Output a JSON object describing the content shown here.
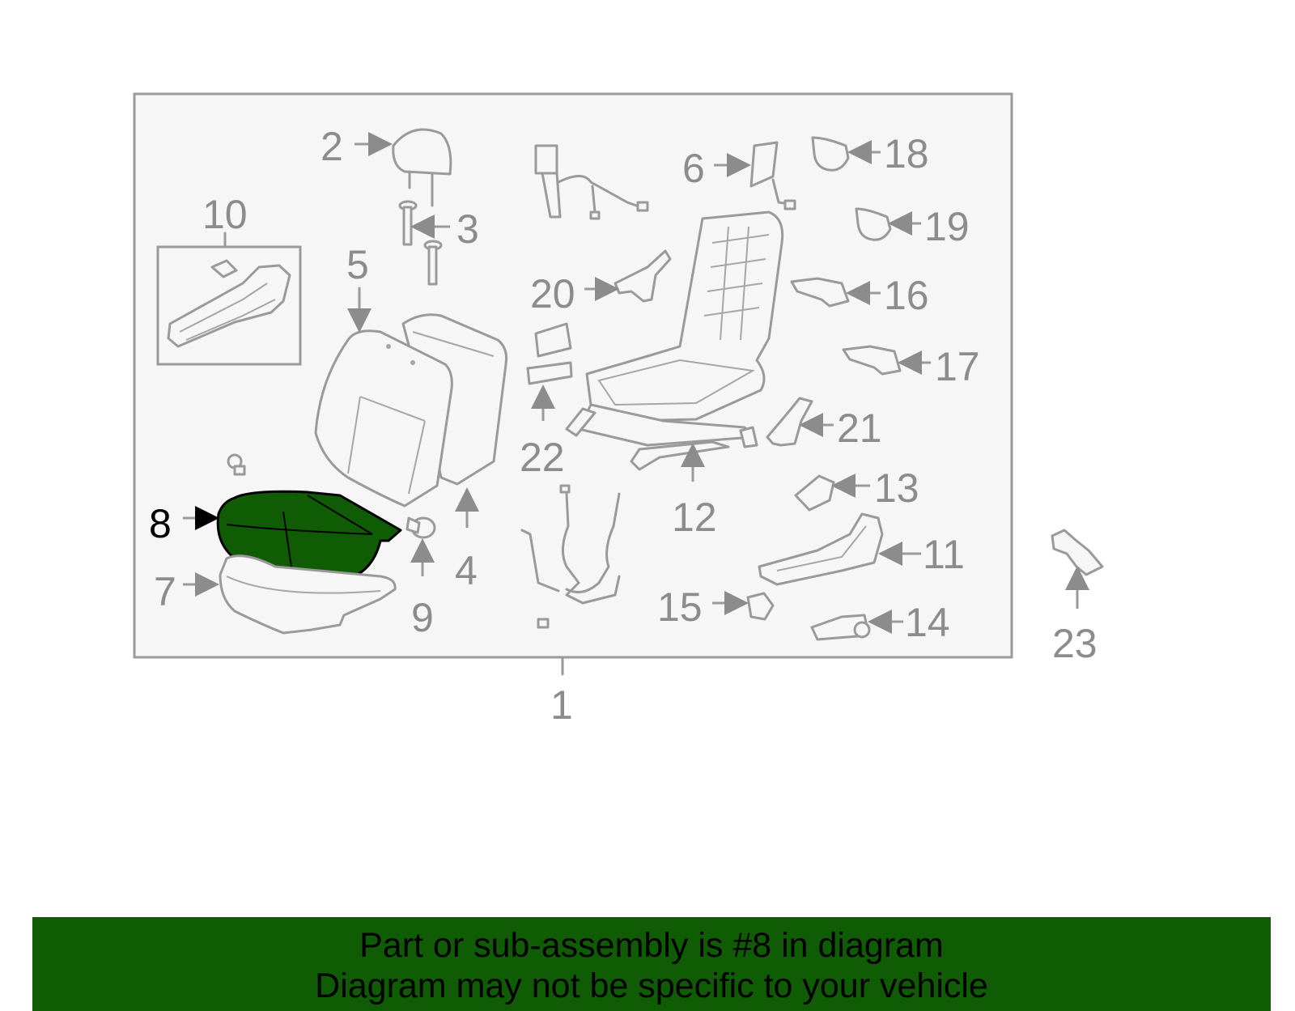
{
  "callouts": [
    "1",
    "2",
    "3",
    "4",
    "5",
    "6",
    "7",
    "8",
    "9",
    "10",
    "11",
    "12",
    "13",
    "14",
    "15",
    "16",
    "17",
    "18",
    "19",
    "20",
    "21",
    "22",
    "23"
  ],
  "highlight": {
    "part_number": "8",
    "color": "#0f5c05",
    "outline": "#000000"
  },
  "banner": {
    "line1": "Part or sub-assembly is #8 in diagram",
    "line2": "Diagram may not be specific to your vehicle",
    "background": "#0f5c05"
  },
  "colors": {
    "frame_fill": "#f6f6f6",
    "line": "#9a9a9a",
    "label": "#8c8c8c"
  }
}
